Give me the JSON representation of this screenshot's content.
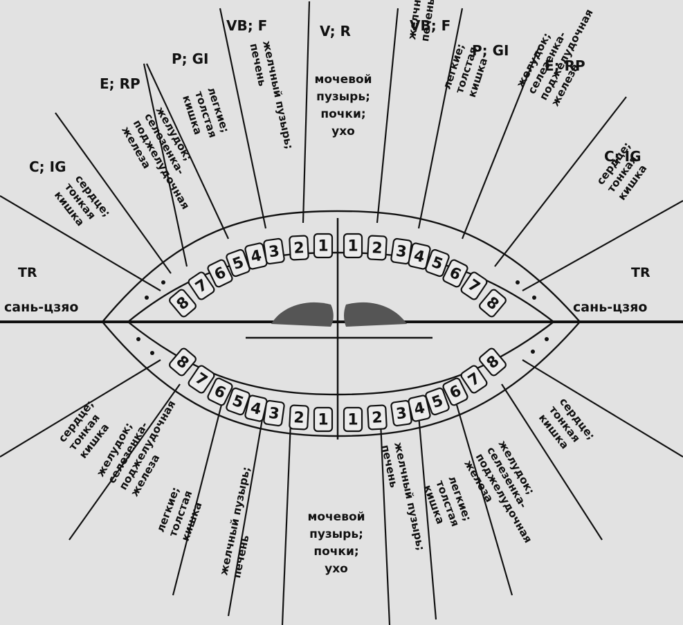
{
  "diagram": {
    "side_labels": {
      "left_code": "TR",
      "left_name": "сань-цзяо",
      "right_code": "TR",
      "right_name": "сань-цзяо"
    },
    "upper": {
      "center_code": "V; R",
      "center_organs": [
        "мочевой",
        "пузырь;",
        "почки;",
        "ухо"
      ],
      "left_codes": [
        "VB; F",
        "P; GI",
        "E; RP",
        "C; IG"
      ],
      "right_codes": [
        "VB; F",
        "P; GI",
        "E; RP",
        "C; IG"
      ],
      "organs": [
        {
          "side": "left",
          "lines": [
            "желчный пузырь;",
            "печень"
          ]
        },
        {
          "side": "left",
          "lines": [
            "легкие;",
            "толстая",
            "кишка"
          ]
        },
        {
          "side": "left",
          "lines": [
            "желудок;",
            "селезенка-",
            "поджелудочная",
            "железа"
          ]
        },
        {
          "side": "left",
          "lines": [
            "сердце;",
            "тонкая",
            "кишка"
          ]
        },
        {
          "side": "right",
          "lines": [
            "желчный пузырь;",
            "печень"
          ]
        },
        {
          "side": "right",
          "lines": [
            "легкие;",
            "толстая",
            "кишка"
          ]
        },
        {
          "side": "right",
          "lines": [
            "желудок;",
            "селезенка-",
            "поджелудочная",
            "железа"
          ]
        },
        {
          "side": "right",
          "lines": [
            "сердце;",
            "тонкая",
            "кишка"
          ]
        }
      ]
    },
    "lower": {
      "center_organs": [
        "мочевой",
        "пузырь;",
        "почки;",
        "ухо"
      ],
      "organs": [
        {
          "side": "left",
          "lines": [
            "сердце;",
            "тонкая",
            "кишка"
          ]
        },
        {
          "side": "left",
          "lines": [
            "желудок;",
            "селезенка-",
            "поджелудочная",
            "железа"
          ]
        },
        {
          "side": "left",
          "lines": [
            "легкие;",
            "толстая",
            "кишка"
          ]
        },
        {
          "side": "left",
          "lines": [
            "желчный пузырь;",
            "печень"
          ]
        },
        {
          "side": "right",
          "lines": [
            "желчный пузырь;",
            "печень"
          ]
        },
        {
          "side": "right",
          "lines": [
            "легкие;",
            "толстая",
            "кишка"
          ]
        },
        {
          "side": "right",
          "lines": [
            "желудок;",
            "селезенка-",
            "поджелудочная",
            "железа"
          ]
        },
        {
          "side": "right",
          "lines": [
            "сердце;",
            "тонкая",
            "кишка"
          ]
        }
      ]
    },
    "upper_teeth": [
      "8",
      "7",
      "6",
      "5",
      "4",
      "3",
      "2",
      "1",
      "1",
      "2",
      "3",
      "4",
      "5",
      "6",
      "7",
      "8"
    ],
    "lower_teeth": [
      "8",
      "7",
      "6",
      "5",
      "4",
      "3",
      "2",
      "1",
      "1",
      "2",
      "3",
      "4",
      "5",
      "6",
      "7",
      "8"
    ],
    "colors": {
      "ink": "#111111",
      "paper": "#e2e2e2"
    }
  }
}
